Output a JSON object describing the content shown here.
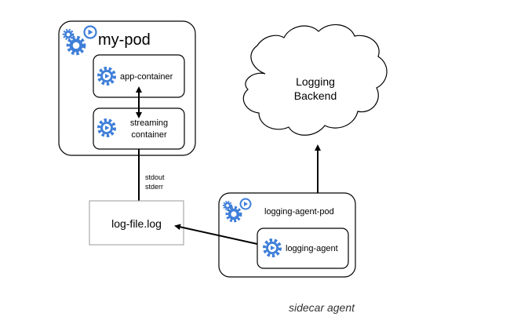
{
  "colors": {
    "gear_blue": "#3f7fd9",
    "border": "#000000",
    "file_border": "#9a9a9a",
    "caption": "#333333"
  },
  "icons": {
    "pod": "pod-gears-icon",
    "container": "container-gear-icon"
  },
  "my_pod": {
    "title": "my-pod",
    "app_container": "app-container",
    "streaming_container_line1": "streaming",
    "streaming_container_line2": "container"
  },
  "stream_label": {
    "line1": "stdout",
    "line2": "stderr"
  },
  "log_file": "log-file.log",
  "logging_backend": {
    "line1": "Logging",
    "line2": "Backend"
  },
  "logging_agent_pod": {
    "title": "logging-agent-pod",
    "agent": "logging-agent"
  },
  "caption": "sidecar agent"
}
